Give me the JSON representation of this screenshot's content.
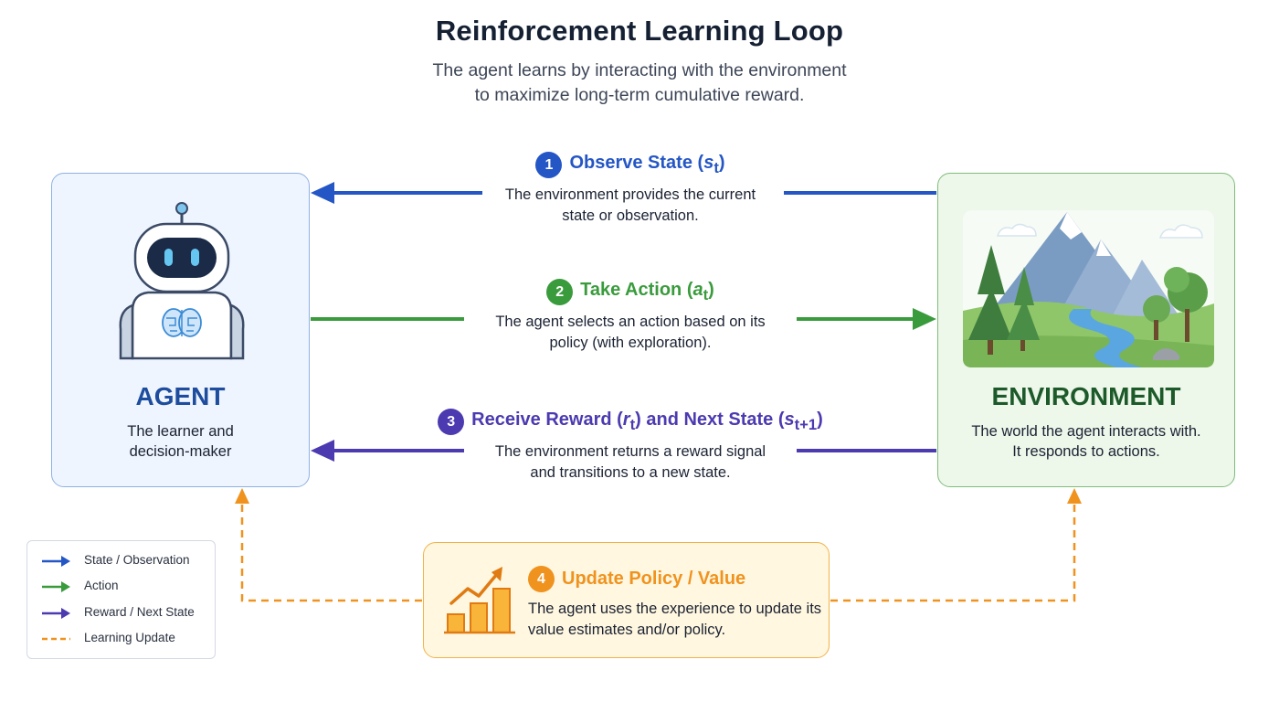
{
  "title": "Reinforcement Learning Loop",
  "subtitle": {
    "line1": "The agent learns by interacting with the environment",
    "line2": "to maximize long-term cumulative reward."
  },
  "agent": {
    "title": "AGENT",
    "desc_line1": "The learner and",
    "desc_line2": "decision-maker",
    "icon": "robot-icon"
  },
  "environment": {
    "title": "ENVIRONMENT",
    "desc_line1": "The world the agent interacts with.",
    "desc_line2": "It responds to actions.",
    "icon": "landscape-icon"
  },
  "steps": [
    {
      "number": "1",
      "label_main": "Observe State (",
      "symbol": "s",
      "sub": "t",
      "label_tail": ")",
      "desc_line1": "The environment provides the current",
      "desc_line2": "state or observation.",
      "color": "#2456c5"
    },
    {
      "number": "2",
      "label_main": "Take Action (",
      "symbol": "a",
      "sub": "t",
      "label_tail": ")",
      "desc_line1": "The agent selects an action based on its",
      "desc_line2": "policy (with exploration).",
      "color": "#3a9b3d"
    },
    {
      "number": "3",
      "label_main": "Receive Reward (",
      "symbol": "r",
      "sub": "t",
      "label_mid": ") and Next State (",
      "symbol2": "s",
      "sub2": "t+1",
      "label_tail": ")",
      "desc_line1": "The environment returns a reward signal",
      "desc_line2": "and transitions to a new state.",
      "color": "#4b3ab0"
    },
    {
      "number": "4",
      "label": "Update Policy / Value",
      "desc_line1": "The agent uses the experience to update its",
      "desc_line2": "value estimates and/or policy.",
      "color": "#f0921e",
      "icon": "growth-chart-icon"
    }
  ],
  "legend": [
    {
      "label": "State / Observation",
      "color": "#2456c5",
      "style": "solid-arrow"
    },
    {
      "label": "Action",
      "color": "#3a9b3d",
      "style": "solid-arrow"
    },
    {
      "label": "Reward / Next State",
      "color": "#4b3ab0",
      "style": "solid-arrow"
    },
    {
      "label": "Learning Update",
      "color": "#f0921e",
      "style": "dashed-line"
    }
  ]
}
